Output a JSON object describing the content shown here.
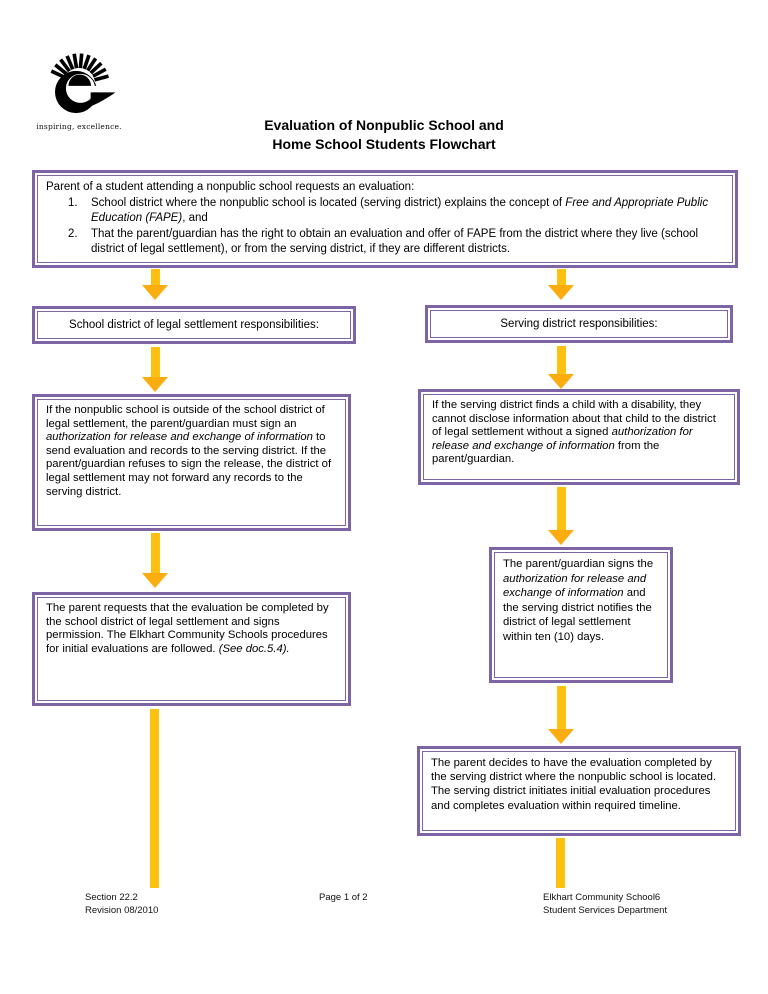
{
  "colors": {
    "purple": "#7d64a5",
    "gold_stem": "#fec110",
    "gold_head": "#fbad10"
  },
  "logo": {
    "tagline": "inspiring, excellence."
  },
  "title": {
    "line1": "Evaluation of Nonpublic School and",
    "line2": "Home School Students Flowchart"
  },
  "intro_box": {
    "lead": "Parent of a student attending a nonpublic school requests an evaluation:",
    "items": [
      {
        "number": "1.",
        "segments": [
          {
            "t": "School district where the nonpublic school is located (serving district) explains the concept of "
          },
          {
            "t": "Free and Appropriate Public Education (FAPE)",
            "i": true
          },
          {
            "t": ", and"
          }
        ]
      },
      {
        "number": "2.",
        "segments": [
          {
            "t": "That the parent/guardian has the right to obtain an evaluation and offer of FAPE from the district where they live (school district of legal settlement), or from the serving district, if they are different districts."
          }
        ]
      }
    ]
  },
  "left_column": {
    "header": "School district of legal settlement responsibilities:",
    "box1": {
      "segments": [
        {
          "t": "If the nonpublic school is outside of the school district of legal settlement, the parent/guardian must sign an "
        },
        {
          "t": "authorization for release and exchange of information",
          "i": true
        },
        {
          "t": " to send evaluation and records to the serving district. If the parent/guardian refuses to sign the release, the district of legal settlement may not forward any records to the serving district."
        }
      ]
    },
    "box2": {
      "segments": [
        {
          "t": "The parent requests that the evaluation be completed by the school district of legal settlement and signs permission. The Elkhart Community Schools procedures for initial evaluations are followed. "
        },
        {
          "t": "(See doc.5.4).",
          "i": true
        }
      ]
    }
  },
  "right_column": {
    "header": "Serving district responsibilities:",
    "box1": {
      "segments": [
        {
          "t": "If the serving district finds a child with a disability, they cannot disclose information about that child to the district of legal settlement without a signed "
        },
        {
          "t": "authorization for release and exchange of information",
          "i": true
        },
        {
          "t": " from the parent/guardian."
        }
      ]
    },
    "box2": {
      "segments": [
        {
          "t": "The parent/guardian signs the "
        },
        {
          "t": "authorization for release and exchange of information",
          "i": true
        },
        {
          "t": " and the serving district notifies the district of legal settlement within ten (10) days."
        }
      ]
    },
    "box3": {
      "segments": [
        {
          "t": "The parent decides to have the evaluation completed by the serving district where the nonpublic school is located. The serving district initiates initial evaluation procedures and completes evaluation within required timeline."
        }
      ]
    }
  },
  "footer": {
    "left_line1": "Section 22.2",
    "left_line2": "Revision 08/2010",
    "center": "Page 1 of 2",
    "right_line1": "Elkhart Community School6",
    "right_line2": "Student Services Department"
  }
}
